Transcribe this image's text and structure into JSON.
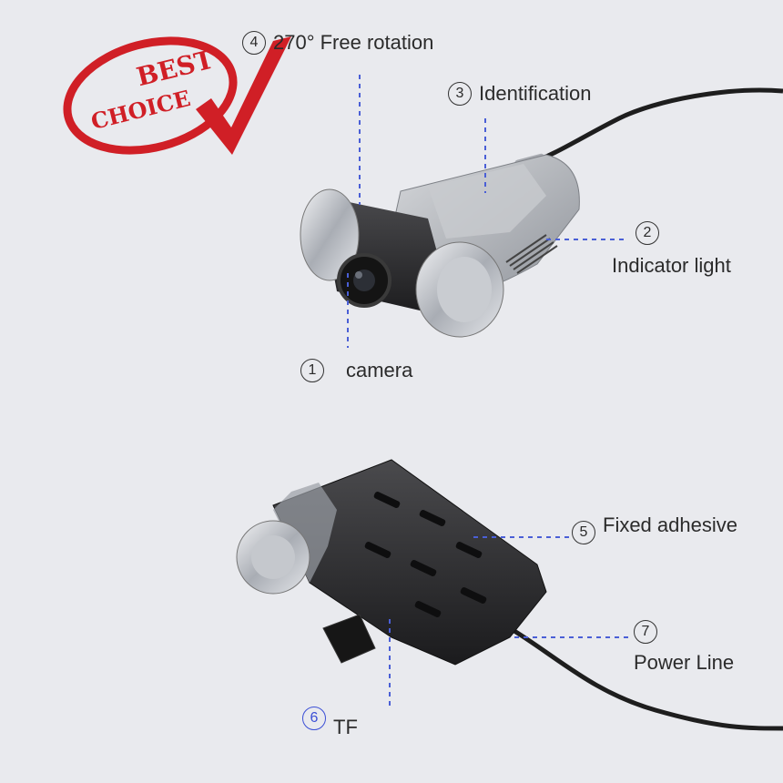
{
  "badge": {
    "line1": "BEST",
    "line2": "CHOICE",
    "color": "#d01f26"
  },
  "labels": {
    "camera": {
      "num": "1",
      "text": "camera"
    },
    "indicator": {
      "num": "2",
      "text": "Indicator light"
    },
    "identification": {
      "num": "3",
      "text": "Identification"
    },
    "rotation": {
      "num": "4",
      "text": "270° Free rotation"
    },
    "adhesive": {
      "num": "5",
      "text": "Fixed adhesive"
    },
    "tf": {
      "num": "6",
      "text": "TF"
    },
    "power": {
      "num": "7",
      "text": "Power Line"
    }
  },
  "colors": {
    "leader": "#4a5fd6",
    "body": "#2b2b2b",
    "chrome": "#b9bcc2"
  }
}
